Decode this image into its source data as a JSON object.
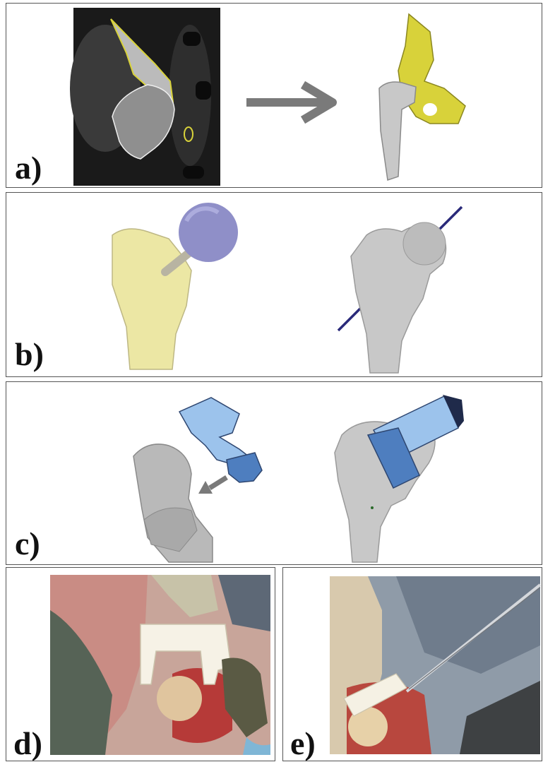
{
  "figure": {
    "panels": [
      {
        "label": "a)"
      },
      {
        "label": "b)"
      },
      {
        "label": "c)"
      },
      {
        "label": "d)"
      },
      {
        "label": "e)"
      }
    ]
  },
  "colors": {
    "ct_background": "#1a1a1a",
    "pelvis_yellow": "#d8d23a",
    "bone_grey": "#c8c8c8",
    "bone_cream": "#ece7a4",
    "sphere_purple": "#8f8fc8",
    "axis_navy": "#2a2a7a",
    "guide_blue": "#9cc3ec",
    "guide_dark_blue": "#4e7ebf",
    "arrow_grey": "#7a7a7a"
  }
}
